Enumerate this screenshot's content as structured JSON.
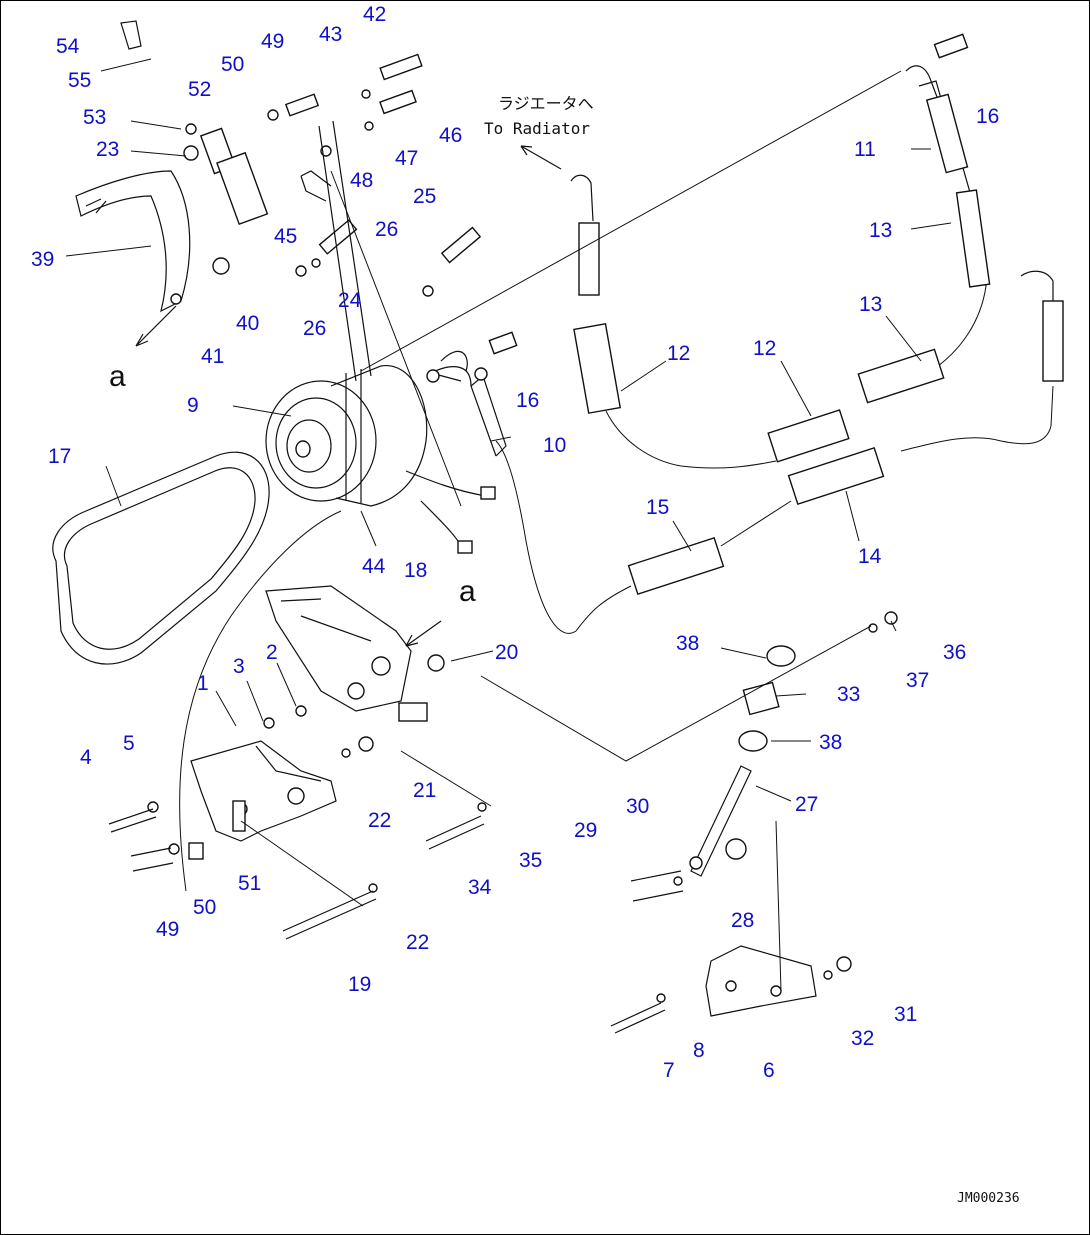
{
  "diagram": {
    "radiator_note_jp": "ラジエータへ",
    "radiator_note_en": "To Radiator",
    "view_label_top": "a",
    "view_label_bottom": "a",
    "drawing_code": "JM000236",
    "callout_color": "#1010c8",
    "callouts": [
      {
        "id": "c54a",
        "text": "54"
      },
      {
        "id": "c55",
        "text": "55"
      },
      {
        "id": "c53",
        "text": "53"
      },
      {
        "id": "c23",
        "text": "23"
      },
      {
        "id": "c39",
        "text": "39"
      },
      {
        "id": "c50a",
        "text": "50"
      },
      {
        "id": "c52",
        "text": "52"
      },
      {
        "id": "c49a",
        "text": "49"
      },
      {
        "id": "c43",
        "text": "43"
      },
      {
        "id": "c42",
        "text": "42"
      },
      {
        "id": "c46",
        "text": "46"
      },
      {
        "id": "c47",
        "text": "47"
      },
      {
        "id": "c48",
        "text": "48"
      },
      {
        "id": "c45",
        "text": "45"
      },
      {
        "id": "c24",
        "text": "24"
      },
      {
        "id": "c26a",
        "text": "26"
      },
      {
        "id": "c26b",
        "text": "26"
      },
      {
        "id": "c25",
        "text": "25"
      },
      {
        "id": "c40",
        "text": "40"
      },
      {
        "id": "c41",
        "text": "41"
      },
      {
        "id": "c9",
        "text": "9"
      },
      {
        "id": "c17",
        "text": "17"
      },
      {
        "id": "c16a",
        "text": "16"
      },
      {
        "id": "c10",
        "text": "10"
      },
      {
        "id": "c16b",
        "text": "16"
      },
      {
        "id": "c11",
        "text": "11"
      },
      {
        "id": "c13a",
        "text": "13"
      },
      {
        "id": "c13b",
        "text": "13"
      },
      {
        "id": "c12a",
        "text": "12"
      },
      {
        "id": "c12b",
        "text": "12"
      },
      {
        "id": "c15",
        "text": "15"
      },
      {
        "id": "c14",
        "text": "14"
      },
      {
        "id": "c44",
        "text": "44"
      },
      {
        "id": "c18",
        "text": "18"
      },
      {
        "id": "c20",
        "text": "20"
      },
      {
        "id": "c1",
        "text": "1"
      },
      {
        "id": "c3",
        "text": "3"
      },
      {
        "id": "c2",
        "text": "2"
      },
      {
        "id": "c4",
        "text": "4"
      },
      {
        "id": "c5",
        "text": "5"
      },
      {
        "id": "c21",
        "text": "21"
      },
      {
        "id": "c22a",
        "text": "22"
      },
      {
        "id": "c51",
        "text": "51"
      },
      {
        "id": "c50b",
        "text": "50"
      },
      {
        "id": "c49b",
        "text": "49"
      },
      {
        "id": "c34",
        "text": "34"
      },
      {
        "id": "c35",
        "text": "35"
      },
      {
        "id": "c22b",
        "text": "22"
      },
      {
        "id": "c19",
        "text": "19"
      },
      {
        "id": "c38a",
        "text": "38"
      },
      {
        "id": "c36",
        "text": "36"
      },
      {
        "id": "c37",
        "text": "37"
      },
      {
        "id": "c33",
        "text": "33"
      },
      {
        "id": "c38b",
        "text": "38"
      },
      {
        "id": "c27",
        "text": "27"
      },
      {
        "id": "c29",
        "text": "29"
      },
      {
        "id": "c30",
        "text": "30"
      },
      {
        "id": "c28",
        "text": "28"
      },
      {
        "id": "c31",
        "text": "31"
      },
      {
        "id": "c32",
        "text": "32"
      },
      {
        "id": "c7",
        "text": "7"
      },
      {
        "id": "c8",
        "text": "8"
      },
      {
        "id": "c6",
        "text": "6"
      }
    ]
  }
}
